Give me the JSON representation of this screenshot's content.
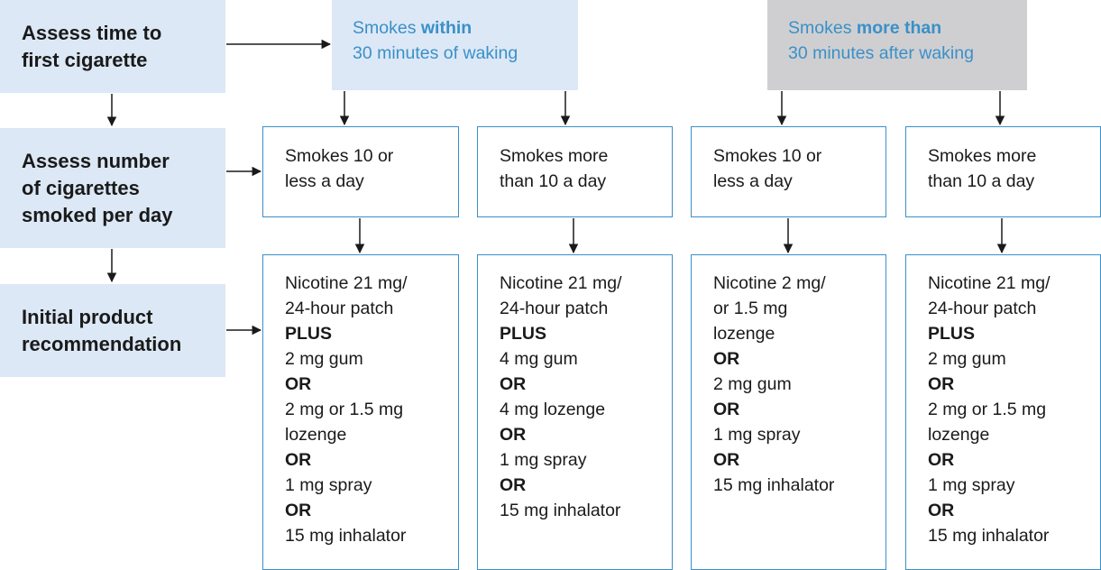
{
  "steps": [
    {
      "lines": [
        "Assess time to",
        "first cigarette"
      ]
    },
    {
      "lines": [
        "Assess number",
        "of cigarettes",
        "smoked per day"
      ]
    },
    {
      "lines": [
        "Initial product",
        "recommendation"
      ]
    }
  ],
  "headers": [
    {
      "line1_pre": "Smokes ",
      "line1_emph": "within",
      "line2": "30 minutes of waking",
      "color": "#3a90c9",
      "background": "#dce8f5"
    },
    {
      "line1_pre": "Smokes ",
      "line1_emph": "more than",
      "line2": "30 minutes after waking",
      "color": "#3a90c9",
      "background": "#cfcfd1"
    }
  ],
  "count_boxes": [
    {
      "lines": [
        "Smokes 10 or",
        "less a day"
      ]
    },
    {
      "lines": [
        "Smokes more",
        "than 10 a day"
      ]
    },
    {
      "lines": [
        "Smokes 10 or",
        "less a day"
      ]
    },
    {
      "lines": [
        "Smokes more",
        "than 10 a day"
      ]
    }
  ],
  "recommendations": [
    {
      "lines": [
        {
          "text": "Nicotine 21 mg/",
          "bold": false
        },
        {
          "text": "24-hour patch",
          "bold": false
        },
        {
          "text": "PLUS",
          "bold": true
        },
        {
          "text": "2 mg gum",
          "bold": false
        },
        {
          "text": "OR",
          "bold": true
        },
        {
          "text": "2 mg or 1.5 mg",
          "bold": false
        },
        {
          "text": "lozenge",
          "bold": false
        },
        {
          "text": "OR",
          "bold": true
        },
        {
          "text": "1 mg spray",
          "bold": false
        },
        {
          "text": "OR",
          "bold": true
        },
        {
          "text": "15 mg inhalator",
          "bold": false
        }
      ]
    },
    {
      "lines": [
        {
          "text": "Nicotine 21 mg/",
          "bold": false
        },
        {
          "text": "24-hour patch",
          "bold": false
        },
        {
          "text": "PLUS",
          "bold": true
        },
        {
          "text": "4 mg gum",
          "bold": false
        },
        {
          "text": "OR",
          "bold": true
        },
        {
          "text": "4 mg lozenge",
          "bold": false
        },
        {
          "text": "OR",
          "bold": true
        },
        {
          "text": "1 mg spray",
          "bold": false
        },
        {
          "text": "OR",
          "bold": true
        },
        {
          "text": "15 mg inhalator",
          "bold": false
        }
      ]
    },
    {
      "lines": [
        {
          "text": "Nicotine 2 mg/",
          "bold": false
        },
        {
          "text": "or 1.5 mg",
          "bold": false
        },
        {
          "text": "lozenge",
          "bold": false
        },
        {
          "text": "OR",
          "bold": true
        },
        {
          "text": "2 mg gum",
          "bold": false
        },
        {
          "text": "OR",
          "bold": true
        },
        {
          "text": "1 mg spray",
          "bold": false
        },
        {
          "text": "OR",
          "bold": true
        },
        {
          "text": "15 mg inhalator",
          "bold": false
        }
      ]
    },
    {
      "lines": [
        {
          "text": "Nicotine 21 mg/",
          "bold": false
        },
        {
          "text": "24-hour patch",
          "bold": false
        },
        {
          "text": "PLUS",
          "bold": true
        },
        {
          "text": "2 mg gum",
          "bold": false
        },
        {
          "text": "OR",
          "bold": true
        },
        {
          "text": "2 mg or 1.5 mg",
          "bold": false
        },
        {
          "text": "lozenge",
          "bold": false
        },
        {
          "text": "OR",
          "bold": true
        },
        {
          "text": "1 mg spray",
          "bold": false
        },
        {
          "text": "OR",
          "bold": true
        },
        {
          "text": "15 mg inhalator",
          "bold": false
        }
      ]
    }
  ],
  "colors": {
    "step_background": "#dce8f5",
    "accent_blue": "#3a90c9",
    "grey_header": "#cfcfd1",
    "text": "#1a1a1a",
    "arrow": "#1a1a1a"
  }
}
